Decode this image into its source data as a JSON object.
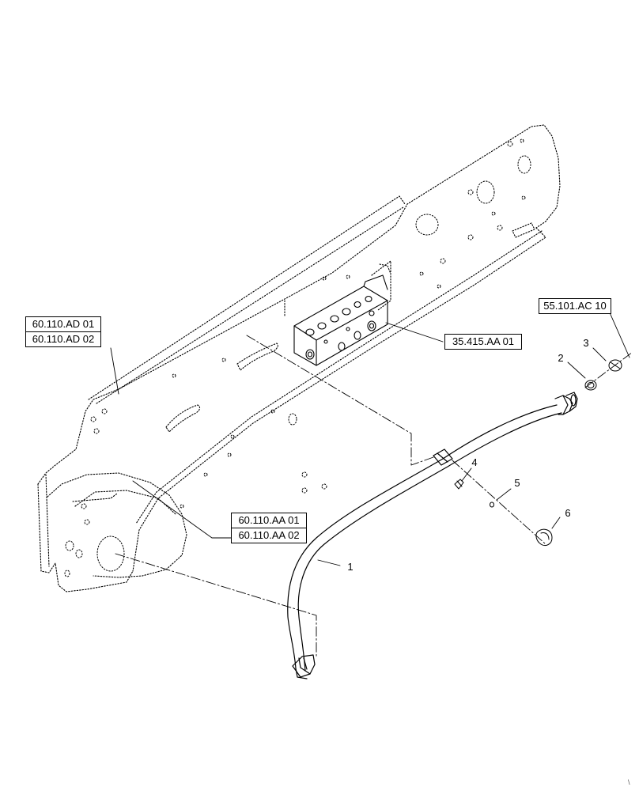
{
  "diagram": {
    "reference_labels": [
      {
        "id": "ref-60-110-ad-01",
        "text": "60.110.AD 01"
      },
      {
        "id": "ref-60-110-ad-02",
        "text": "60.110.AD 02"
      },
      {
        "id": "ref-35-415-aa-01",
        "text": "35.415.AA 01"
      },
      {
        "id": "ref-55-101-ac-10",
        "text": "55.101.AC 10"
      },
      {
        "id": "ref-60-110-aa-01",
        "text": "60.110.AA 01"
      },
      {
        "id": "ref-60-110-aa-02",
        "text": "60.110.AA 02"
      }
    ],
    "callouts": [
      "1",
      "2",
      "3",
      "4",
      "5",
      "6"
    ],
    "corner_mark": "\\"
  }
}
